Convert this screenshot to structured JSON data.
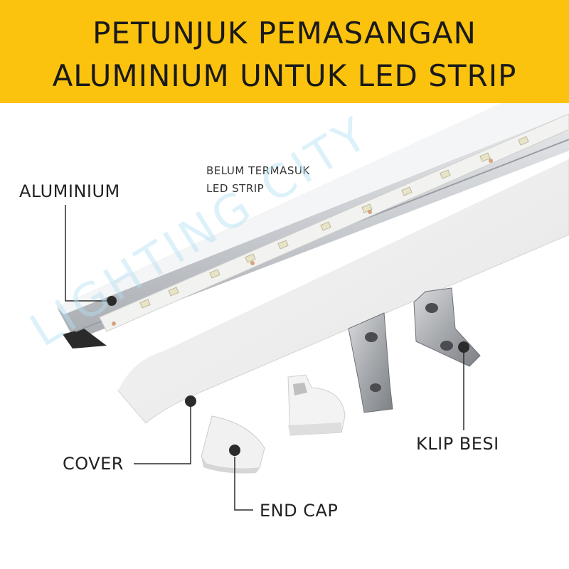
{
  "header": {
    "line1": "PETUNJUK PEMASANGAN",
    "line2": "ALUMINIUM UNTUK LED STRIP"
  },
  "note": {
    "line1": "BELUM TERMASUK",
    "line2": "LED STRIP"
  },
  "labels": {
    "aluminium": "ALUMINIUM",
    "cover": "COVER",
    "end_cap": "END CAP",
    "klip_besi": "KLIP BESI"
  },
  "watermark": "LIGHTING CITY",
  "colors": {
    "header_bg": "#fcc30e",
    "header_text": "#1a1a1a",
    "callout": "#2b2b2b"
  }
}
